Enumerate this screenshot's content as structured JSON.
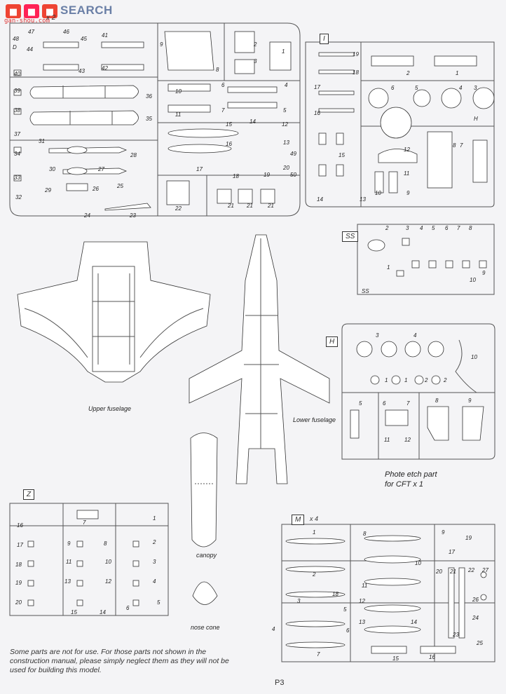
{
  "header": {
    "logo_text": "SEARCH",
    "logo_sub": "gan-shou.com",
    "sprue_multiplier": "x 2"
  },
  "sprues": {
    "main": {
      "numbers": [
        "47",
        "46",
        "45",
        "41",
        "9",
        "2",
        "1",
        "48",
        "D",
        "44",
        "43",
        "42",
        "8",
        "3",
        "40",
        "39",
        "38",
        "37",
        "34",
        "33",
        "32",
        "31",
        "30",
        "29",
        "28",
        "27",
        "26",
        "25",
        "24",
        "23",
        "22",
        "21",
        "21",
        "21",
        "20",
        "19",
        "18",
        "17",
        "16",
        "15",
        "14",
        "13",
        "12",
        "11",
        "10",
        "7",
        "6",
        "5",
        "4",
        "36",
        "35",
        "50",
        "49"
      ]
    },
    "I": {
      "tag": "I",
      "numbers": [
        "19",
        "18",
        "17",
        "16",
        "15",
        "14",
        "13",
        "12",
        "11",
        "10",
        "9",
        "8",
        "7",
        "6",
        "5",
        "4",
        "3",
        "2",
        "1",
        "H"
      ]
    },
    "SS": {
      "tag": "SS",
      "numbers": [
        "2",
        "3",
        "4",
        "5",
        "6",
        "7",
        "8",
        "1",
        "9",
        "10",
        "SS"
      ]
    },
    "H": {
      "tag": "H",
      "numbers": [
        "3",
        "4",
        "10",
        "1",
        "1",
        "2",
        "2",
        "5",
        "6",
        "7",
        "8",
        "9",
        "11",
        "12"
      ]
    },
    "Z": {
      "tag": "Z",
      "numbers": [
        "16",
        "7",
        "1",
        "17",
        "9",
        "8",
        "2",
        "18",
        "11",
        "10",
        "3",
        "19",
        "13",
        "12",
        "4",
        "20",
        "15",
        "14",
        "6",
        "5"
      ]
    },
    "M": {
      "tag": "M",
      "multiplier": "x 4",
      "numbers": [
        "1",
        "8",
        "9",
        "19",
        "17",
        "2",
        "10",
        "20",
        "21",
        "22",
        "27",
        "11",
        "3",
        "18",
        "12",
        "26",
        "5",
        "13",
        "14",
        "24",
        "4",
        "6",
        "23",
        "25",
        "7",
        "15",
        "16"
      ]
    }
  },
  "captions": {
    "upper_fuselage": "Upper fuselage",
    "lower_fuselage": "Lower fuselage",
    "canopy": "canopy",
    "nose_cone": "nose cone",
    "photo_etch_line1": "Phote etch part",
    "photo_etch_line2": "for CFT x 1"
  },
  "footer": {
    "note": "Some parts are not for use. For those parts not shown in the construction manual, please simply neglect them as they will not be used for building this model.",
    "page": "P3"
  }
}
